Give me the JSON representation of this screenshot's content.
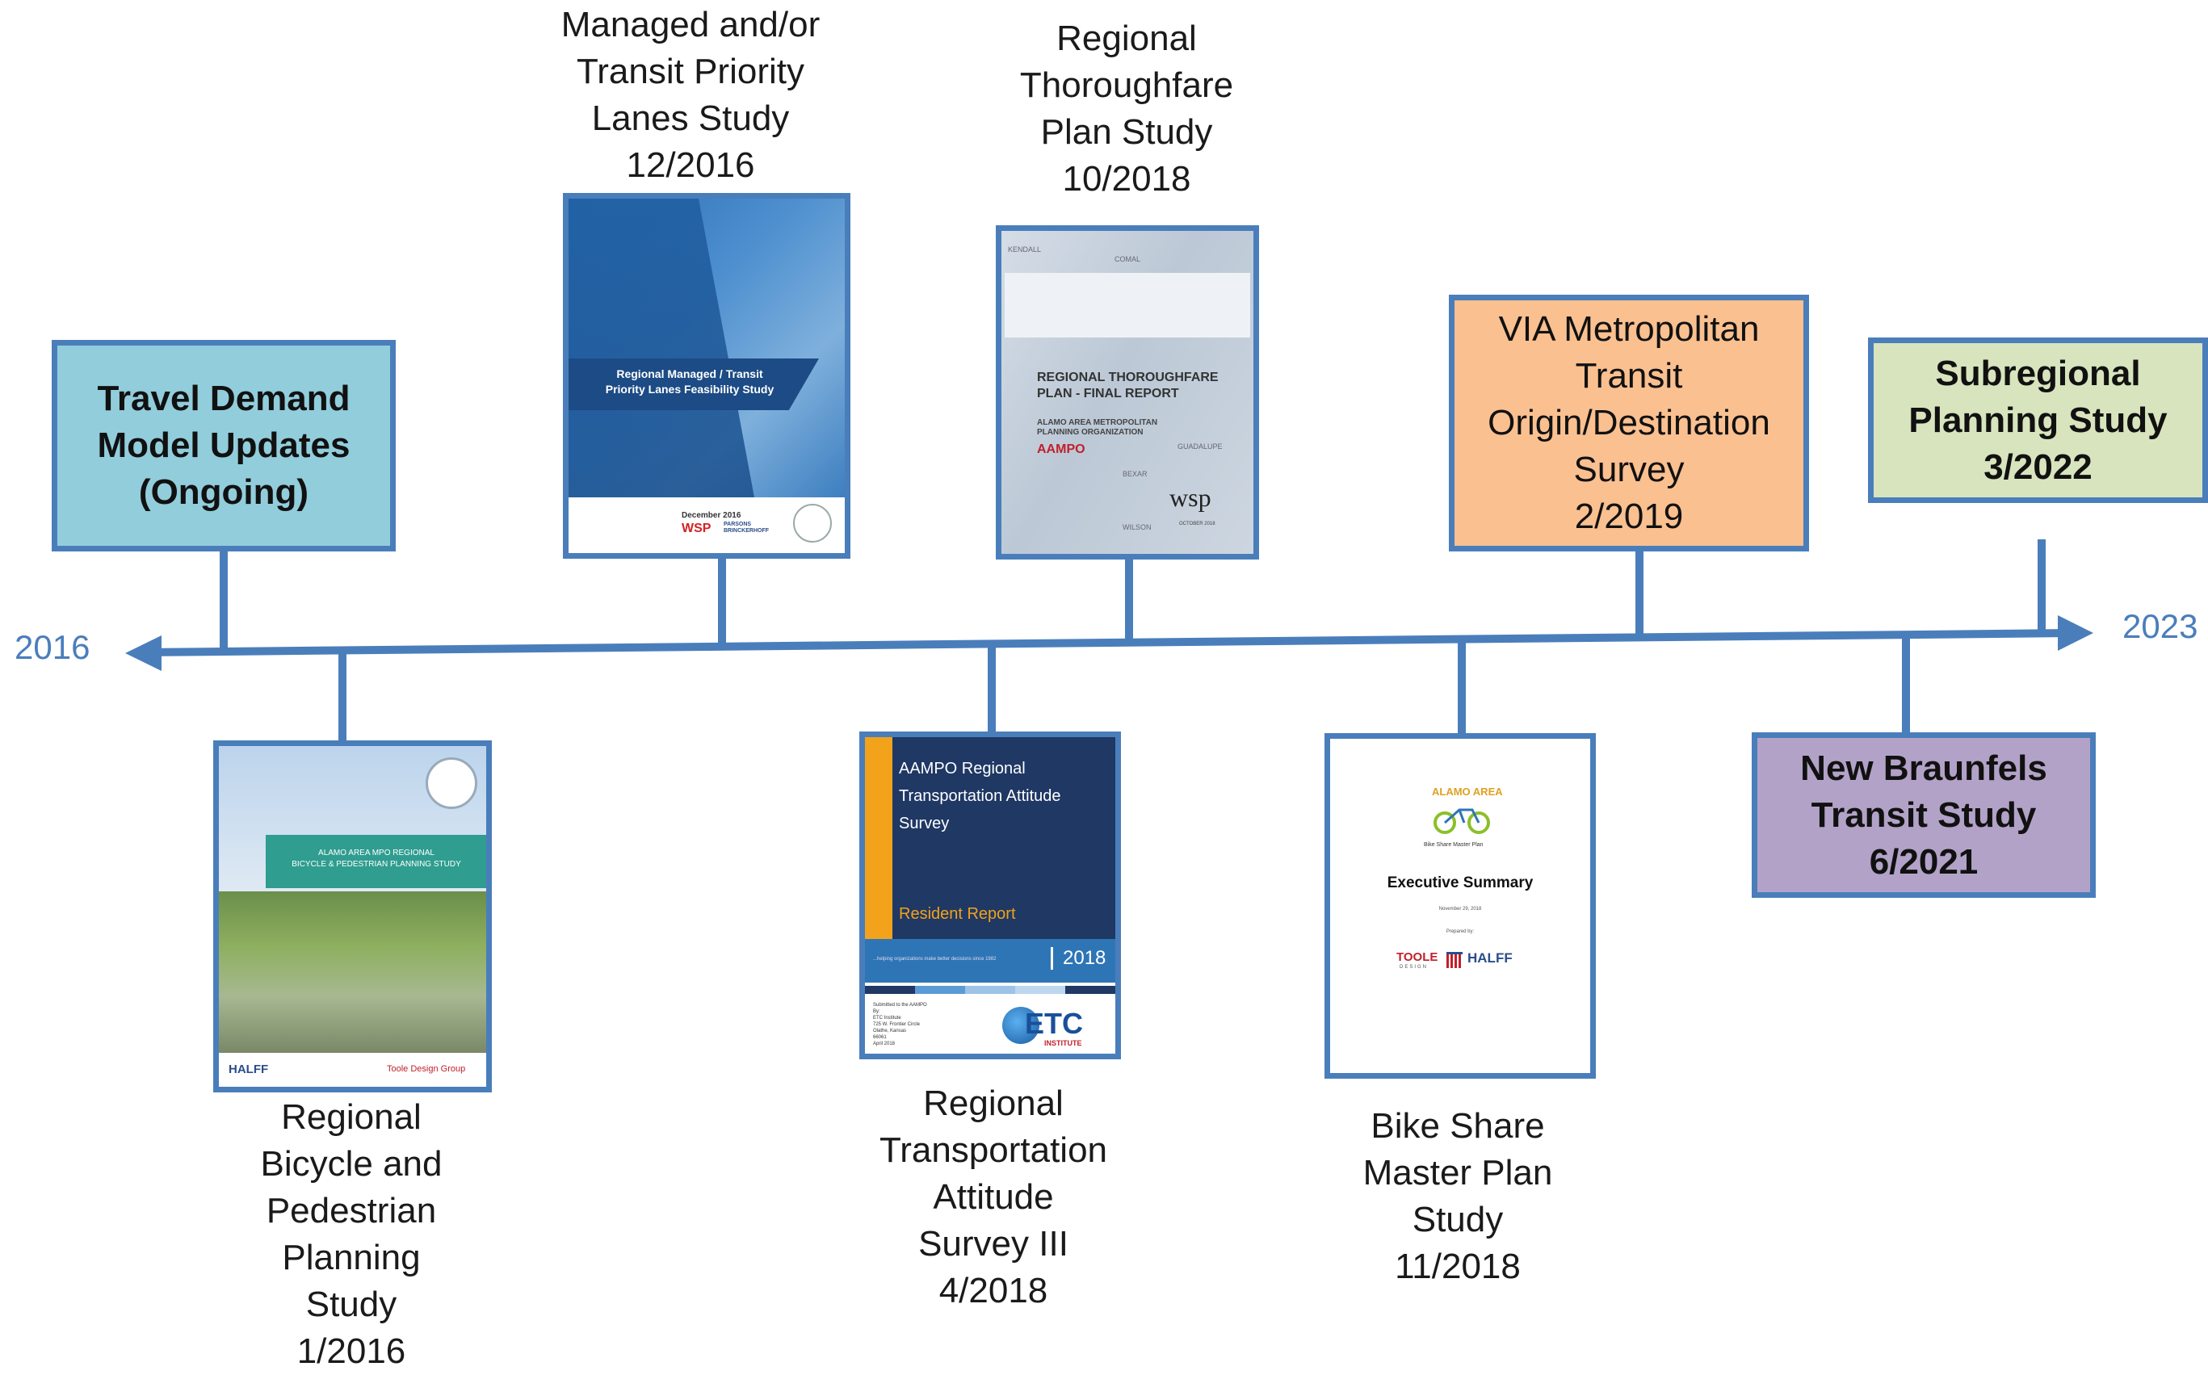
{
  "axis": {
    "start_year": "2016",
    "end_year": "2023",
    "color": "#4a7ebb"
  },
  "boxes": {
    "travel_demand": {
      "text": "Travel Demand\nModel Updates\n(Ongoing)",
      "color": "#92cddc"
    },
    "via_survey": {
      "text": "VIA Metropolitan\nTransit\nOrigin/Destination\nSurvey\n2/2019",
      "color": "#fac090"
    },
    "subregional": {
      "text": "Subregional\nPlanning Study\n3/2022",
      "color": "#d7e4bd"
    },
    "new_braunfels": {
      "text": "New Braunfels\nTransit Study\n6/2021",
      "color": "#b3a2c7"
    }
  },
  "labels": {
    "managed_lanes": "Managed and/or\nTransit Priority\nLanes Study\n12/2016",
    "thoroughfare": "Regional\nThoroughfare\nPlan Study\n10/2018",
    "bike_ped": "Regional\nBicycle and\nPedestrian\nPlanning\nStudy\n1/2016",
    "attitude_survey": "Regional\nTransportation\nAttitude\nSurvey III\n4/2018",
    "bike_share": "Bike Share\nMaster Plan\nStudy\n11/2018"
  },
  "covers": {
    "managed": {
      "title": "Regional Managed / Transit\nPriority Lanes Feasibility Study",
      "date": "December 2016",
      "logo": "WSP",
      "logo2": "PARSONS\nBRINCKERHOFF"
    },
    "thoroughfare": {
      "title": "REGIONAL THOROUGHFARE\nPLAN - FINAL REPORT",
      "org": "ALAMO AREA METROPOLITAN\nPLANNING ORGANIZATION",
      "logo": "AAMPO",
      "firm": "wsp",
      "map1": "KENDALL",
      "map2": "COMAL",
      "map3": "GUADALUPE",
      "map4": "WILSON",
      "map5": "BEXAR",
      "date": "OCTOBER 2018"
    },
    "bikeped": {
      "banner": "ALAMO AREA MPO REGIONAL\nBICYCLE & PEDESTRIAN PLANNING STUDY",
      "logo1": "HALFF",
      "logo2": "Toole Design Group"
    },
    "attitude": {
      "title": "AAMPO Regional\nTransportation Attitude\nSurvey",
      "sub": "Resident Report",
      "year": "2018",
      "tag": "...helping organizations make better decisions since 1982",
      "submitted": "Submitted to the AAMPO\nBy:\nETC Institute\n725 W. Frontier Circle\nOlathe, Kansas\n66061\nApril 2018",
      "logo": "ETC",
      "logo_sub": "INSTITUTE"
    },
    "bikeshare": {
      "arc": "ALAMO AREA",
      "plan": "Bike Share Master Plan",
      "title": "Executive Summary",
      "date": "November 29, 2018",
      "prepared": "Prepared by:",
      "logo1": "TOOLE",
      "logo1_sub": "DESIGN",
      "logo2": "HALFF"
    }
  }
}
